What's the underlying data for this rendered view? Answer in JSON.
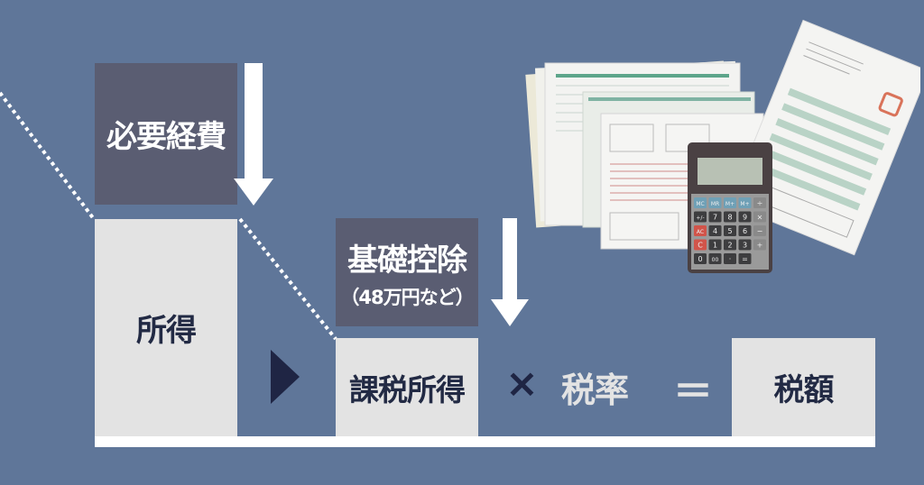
{
  "diagram": {
    "expenses_label": "必要経費",
    "income_label": "所得",
    "deduction_label": "基礎控除",
    "deduction_note": "（48万円など）",
    "taxable_income_label": "課税所得",
    "multiply_symbol": "×",
    "tax_rate_label": "税率",
    "equals_symbol": "＝",
    "tax_amount_label": "税額"
  },
  "illustration": {
    "calculator_keys": [
      "MC",
      "MR",
      "M+",
      "M+",
      "÷",
      "+/-",
      "7",
      "8",
      "9",
      "×",
      "AC",
      "4",
      "5",
      "6",
      "−",
      "C",
      "1",
      "2",
      "3",
      "+",
      "0",
      "00",
      "·",
      "="
    ]
  },
  "colors": {
    "background": "#5f7699",
    "dark_box": "#5a5d72",
    "light_box": "#e3e3e3",
    "text_dark": "#222a44",
    "arrow": "#ffffff"
  }
}
